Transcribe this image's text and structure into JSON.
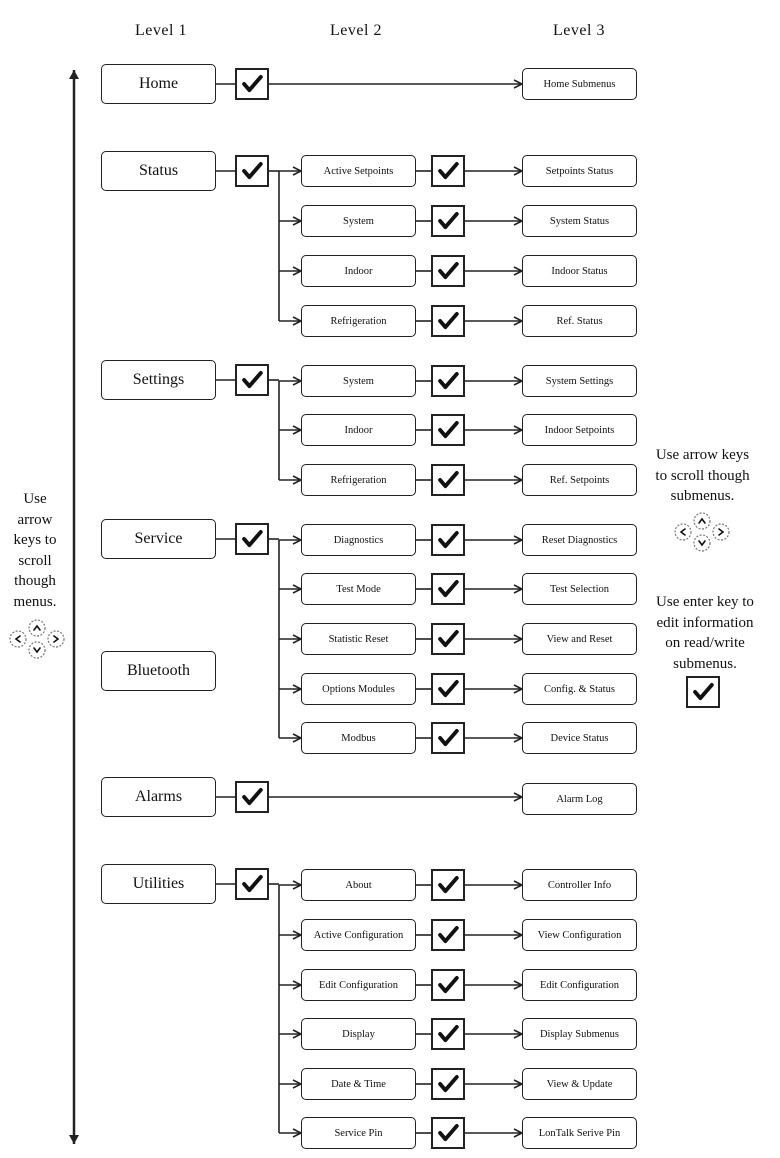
{
  "headers": {
    "level1": "Level 1",
    "level2": "Level 2",
    "level3": "Level 3"
  },
  "groups": [
    {
      "label": "Home",
      "checkbox": true,
      "items": [
        {
          "l3": "Home Submenus"
        }
      ]
    },
    {
      "label": "Status",
      "checkbox": true,
      "items": [
        {
          "l2": "Active Setpoints",
          "l3": "Setpoints Status"
        },
        {
          "l2": "System",
          "l3": "System Status"
        },
        {
          "l2": "Indoor",
          "l3": "Indoor Status"
        },
        {
          "l2": "Refrigeration",
          "l3": "Ref. Status"
        }
      ]
    },
    {
      "label": "Settings",
      "checkbox": true,
      "items": [
        {
          "l2": "System",
          "l3": "System Settings"
        },
        {
          "l2": "Indoor",
          "l3": "Indoor Setpoints"
        },
        {
          "l2": "Refrigeration",
          "l3": "Ref. Setpoints"
        }
      ]
    },
    {
      "label": "Service",
      "checkbox": true,
      "items": [
        {
          "l2": "Diagnostics",
          "l3": "Reset Diagnostics"
        },
        {
          "l2": "Test Mode",
          "l3": "Test Selection"
        },
        {
          "l2": "Statistic Reset",
          "l3": "View and Reset"
        },
        {
          "l2": "Options Modules",
          "l3": "Config. & Status"
        },
        {
          "l2": "Modbus",
          "l3": "Device Status"
        }
      ]
    },
    {
      "label": "Bluetooth",
      "checkbox": false,
      "items": []
    },
    {
      "label": "Alarms",
      "checkbox": true,
      "items": [
        {
          "l3": "Alarm Log"
        }
      ]
    },
    {
      "label": "Utilities",
      "checkbox": true,
      "items": [
        {
          "l2": "About",
          "l3": "Controller Info"
        },
        {
          "l2": "Active Configuration",
          "l3": "View Configuration"
        },
        {
          "l2": "Edit Configuration",
          "l3": "Edit Configuration"
        },
        {
          "l2": "Display",
          "l3": "Display Submenus"
        },
        {
          "l2": "Date & Time",
          "l3": "View & Update"
        },
        {
          "l2": "Service Pin",
          "l3": "LonTalk Serive Pin"
        }
      ]
    }
  ],
  "notes": {
    "left": [
      "Use",
      "arrow",
      "keys to",
      "scroll",
      "though",
      "menus."
    ],
    "right_scroll": [
      "Use arrow keys",
      "to scroll though",
      "submenus."
    ],
    "right_enter": [
      "Use enter key to",
      "edit information",
      "on read/write",
      "submenus."
    ]
  },
  "icons": {
    "checkbox": "checkmark-icon",
    "arrow_keys": "arrow-keys-icon"
  }
}
